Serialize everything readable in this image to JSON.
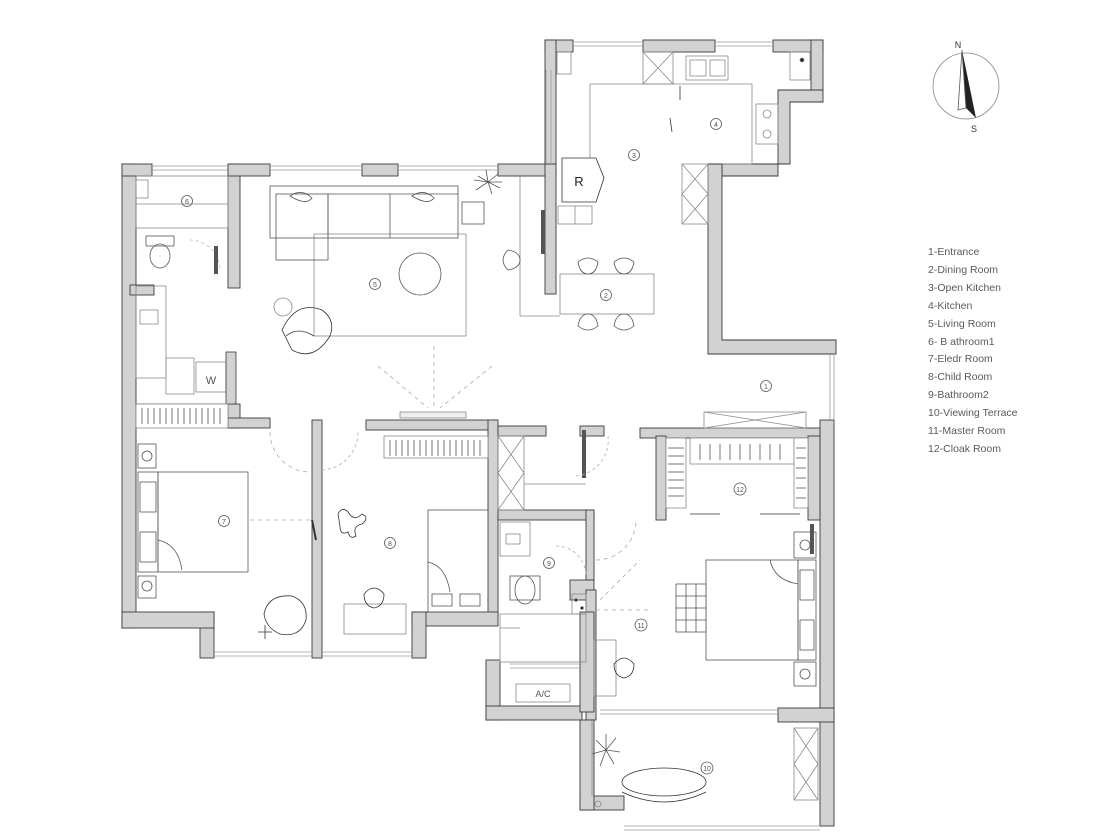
{
  "compass": {
    "north": "N",
    "south": "S"
  },
  "room_markers": [
    "1",
    "2",
    "3",
    "4",
    "5",
    "6",
    "7",
    "8",
    "9",
    "10",
    "11",
    "12"
  ],
  "fixture_labels": {
    "refrigerator": "R",
    "washer": "W",
    "air_conditioner": "A/C"
  },
  "legend": [
    "1-Entrance",
    "2-Dining Room",
    "3-Open Kitchen",
    "4-Kitchen",
    "5-Living Room",
    "6- B athroom1",
    "7-Eledr Room",
    "8-Child Room",
    "9-Bathroom2",
    "10-Viewing Terrace",
    "11-Master Room",
    "12-Cloak Room"
  ],
  "colors": {
    "wall_fill": "#d2d2d2",
    "wall_stroke": "#3a3a3a",
    "line": "#8a8a8a",
    "dark": "#222222"
  }
}
